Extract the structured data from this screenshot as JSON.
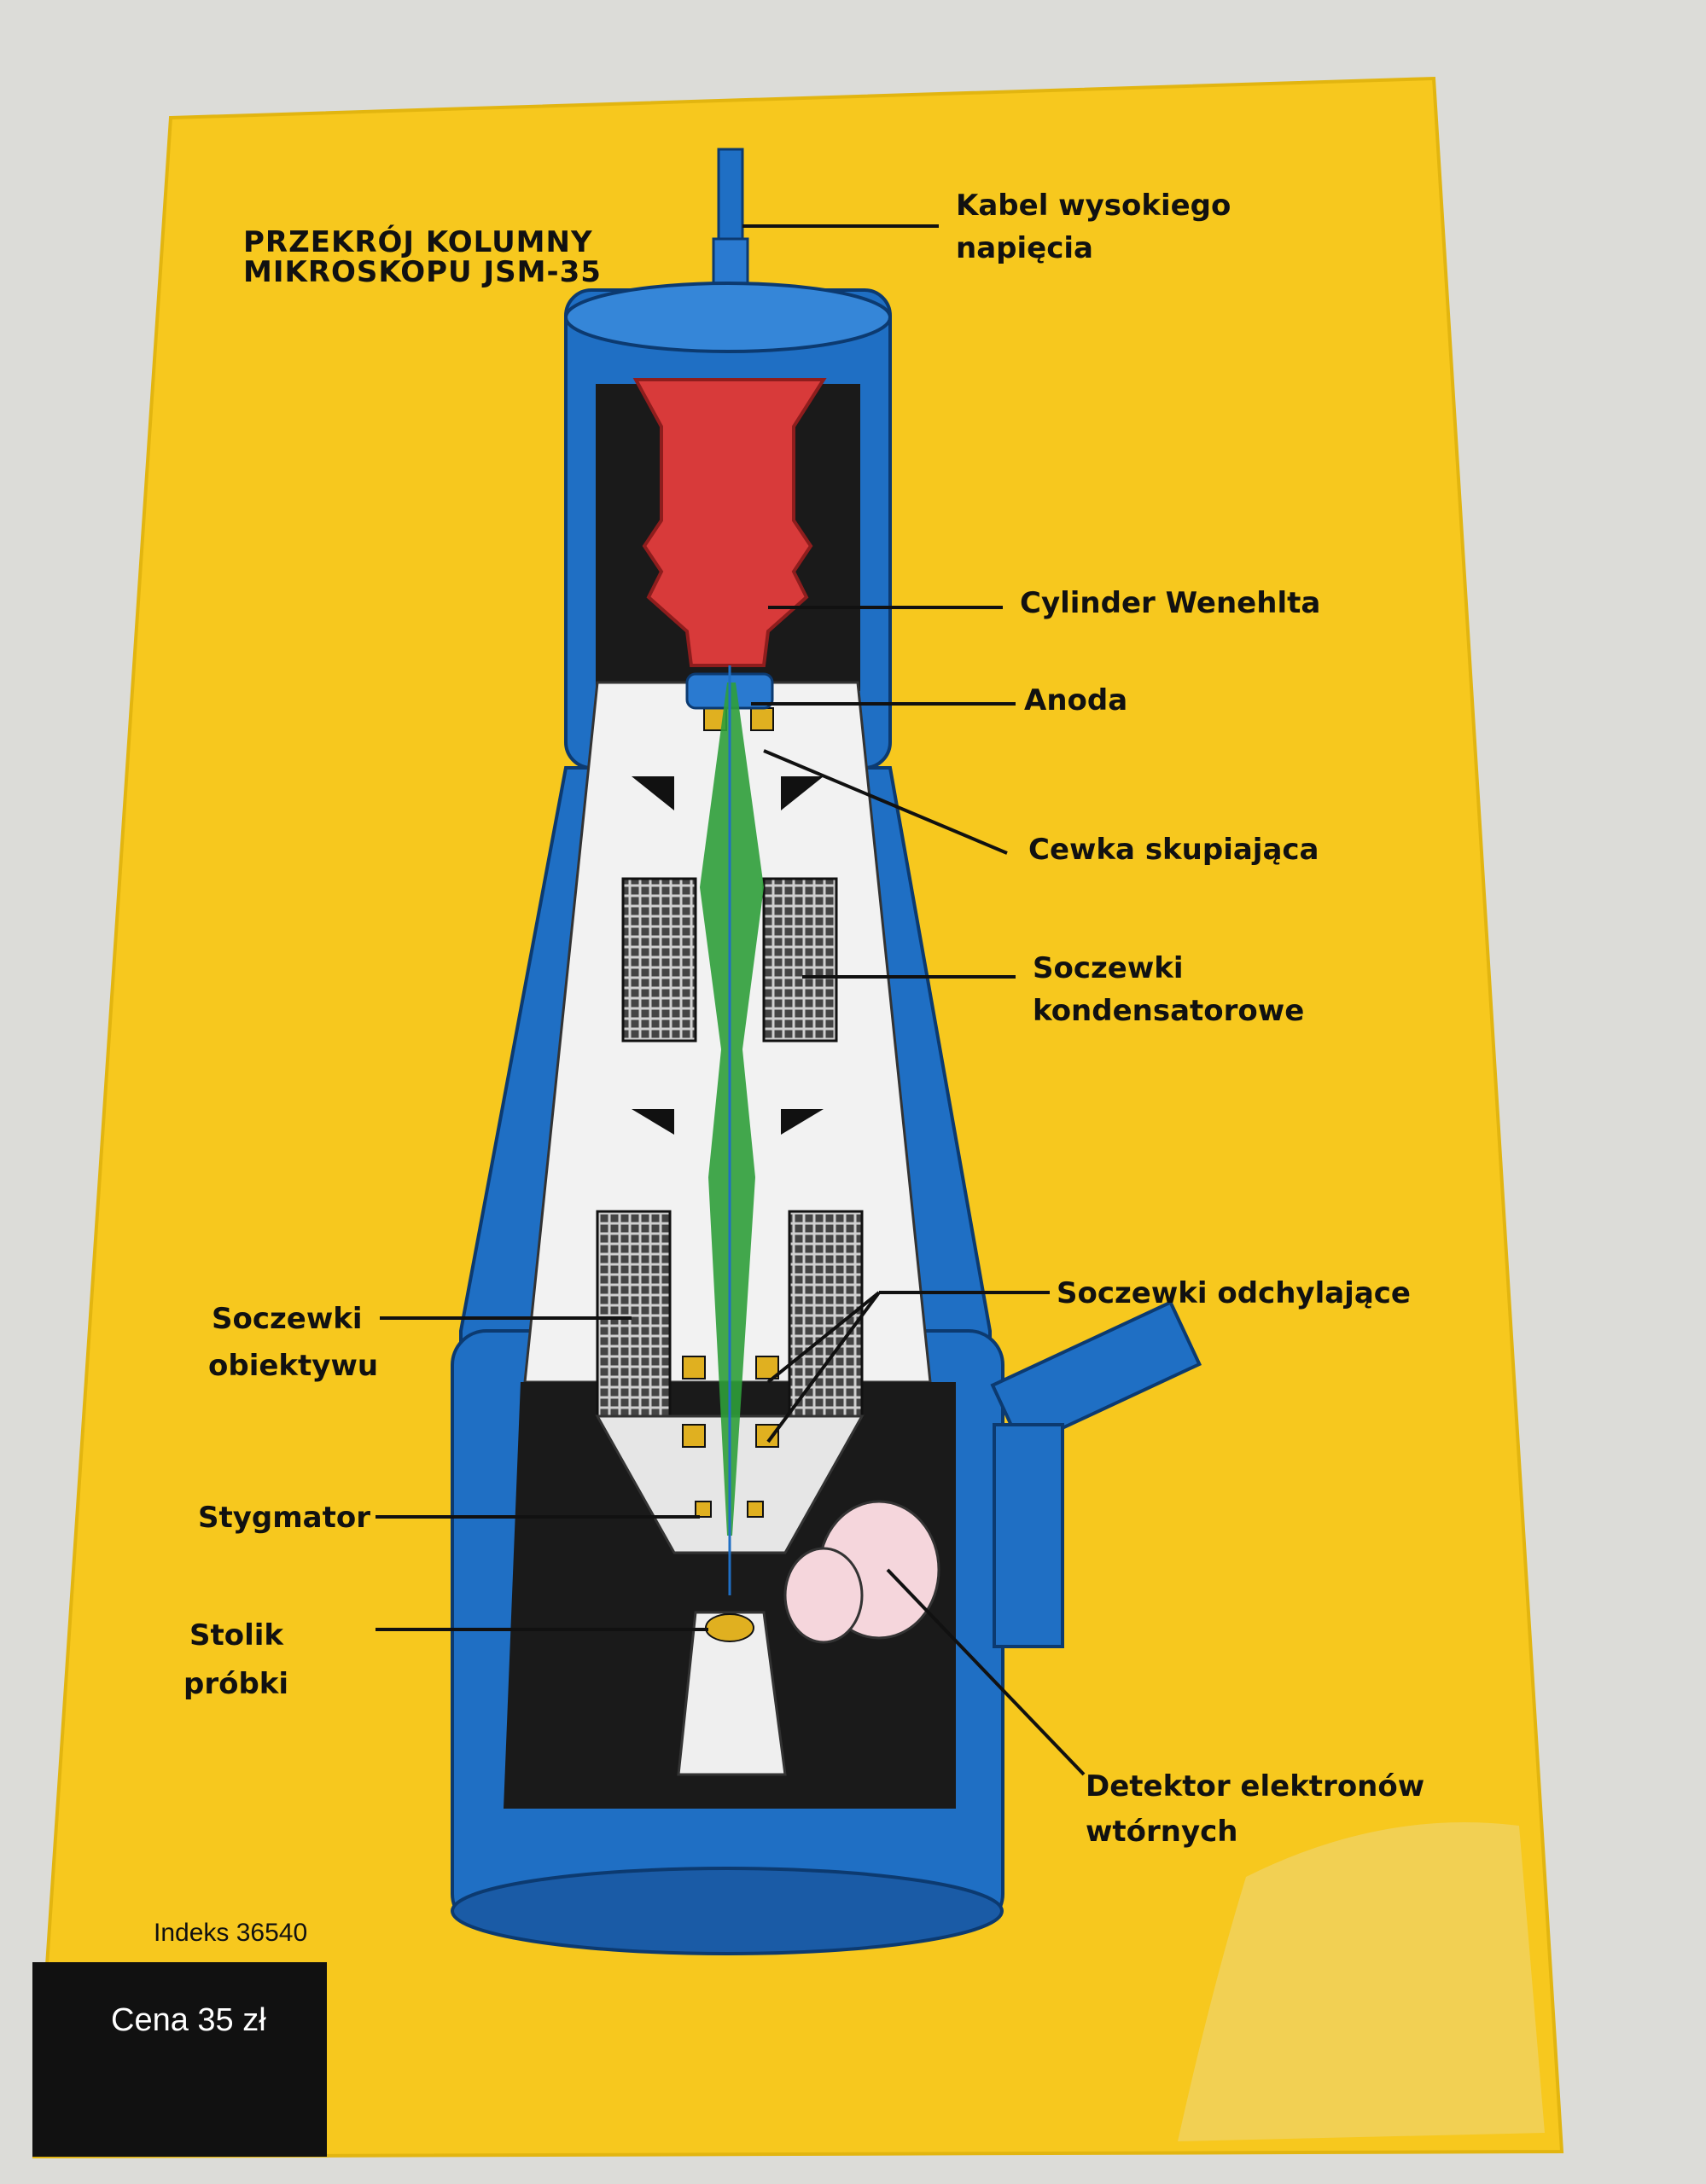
{
  "title": {
    "line1": "PRZEKRÓJ KOLUMNY",
    "line2": "MIKROSKOPU JSM-35"
  },
  "labels": {
    "kabel": [
      "Kabel wysokiego",
      "napięcia"
    ],
    "cylinder": [
      "Cylinder Wenehlta"
    ],
    "anoda": [
      "Anoda"
    ],
    "cewka": [
      "Cewka skupiająca"
    ],
    "kondensatorowe": [
      "Soczewki",
      "kondensatorowe"
    ],
    "odchylajace": [
      "Soczewki odchylające"
    ],
    "obiektywu": [
      "Soczewki",
      "obiektywu"
    ],
    "stygmator": [
      "Stygmator"
    ],
    "stolik": [
      "Stolik",
      "próbki"
    ],
    "detektor": [
      "Detektor elektronów",
      "wtórnych"
    ]
  },
  "footer": {
    "index": "Indeks 36540",
    "price": "Cena 35 zł"
  },
  "colors": {
    "cover": "#f7c81e",
    "column_blue": "#1f6fc4",
    "cavity": "#1a1a1a",
    "cathode_red": "#d83a3a",
    "beam_green": "#2f9e3a",
    "coil_gold": "#e0b020",
    "price_box": "#111111"
  }
}
